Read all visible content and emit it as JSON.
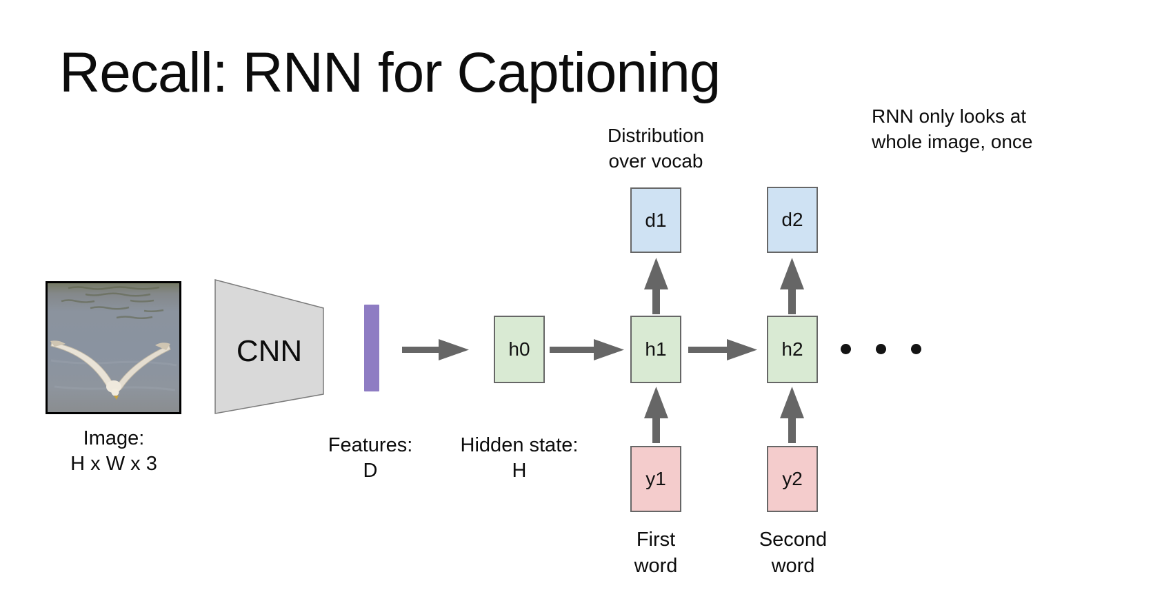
{
  "slide": {
    "title": "Recall: RNN for Captioning",
    "note": "RNN only looks at\nwhole image, once"
  },
  "diagram": {
    "distribution_label": "Distribution\nover vocab",
    "image_caption": "Image:\nH x W x 3",
    "cnn_label": "CNN",
    "features_label": "Features:\nD",
    "hidden_state_label": "Hidden state:\nH",
    "first_word_label": "First\nword",
    "second_word_label": "Second\nword",
    "boxes": {
      "d1": "d1",
      "d2": "d2",
      "h0": "h0",
      "h1": "h1",
      "h2": "h2",
      "y1": "y1",
      "y2": "y2"
    },
    "ellipsis": "...",
    "colors": {
      "distribution_box": "#cfe2f3",
      "hidden_box": "#d9ead3",
      "word_box": "#f4cccc",
      "features_bar": "#8e7cc3",
      "cnn_trapezoid": "#d9d9d9",
      "arrow": "#666666",
      "box_border": "#666666",
      "text": "#0c0c0c",
      "background": "#ffffff"
    }
  }
}
